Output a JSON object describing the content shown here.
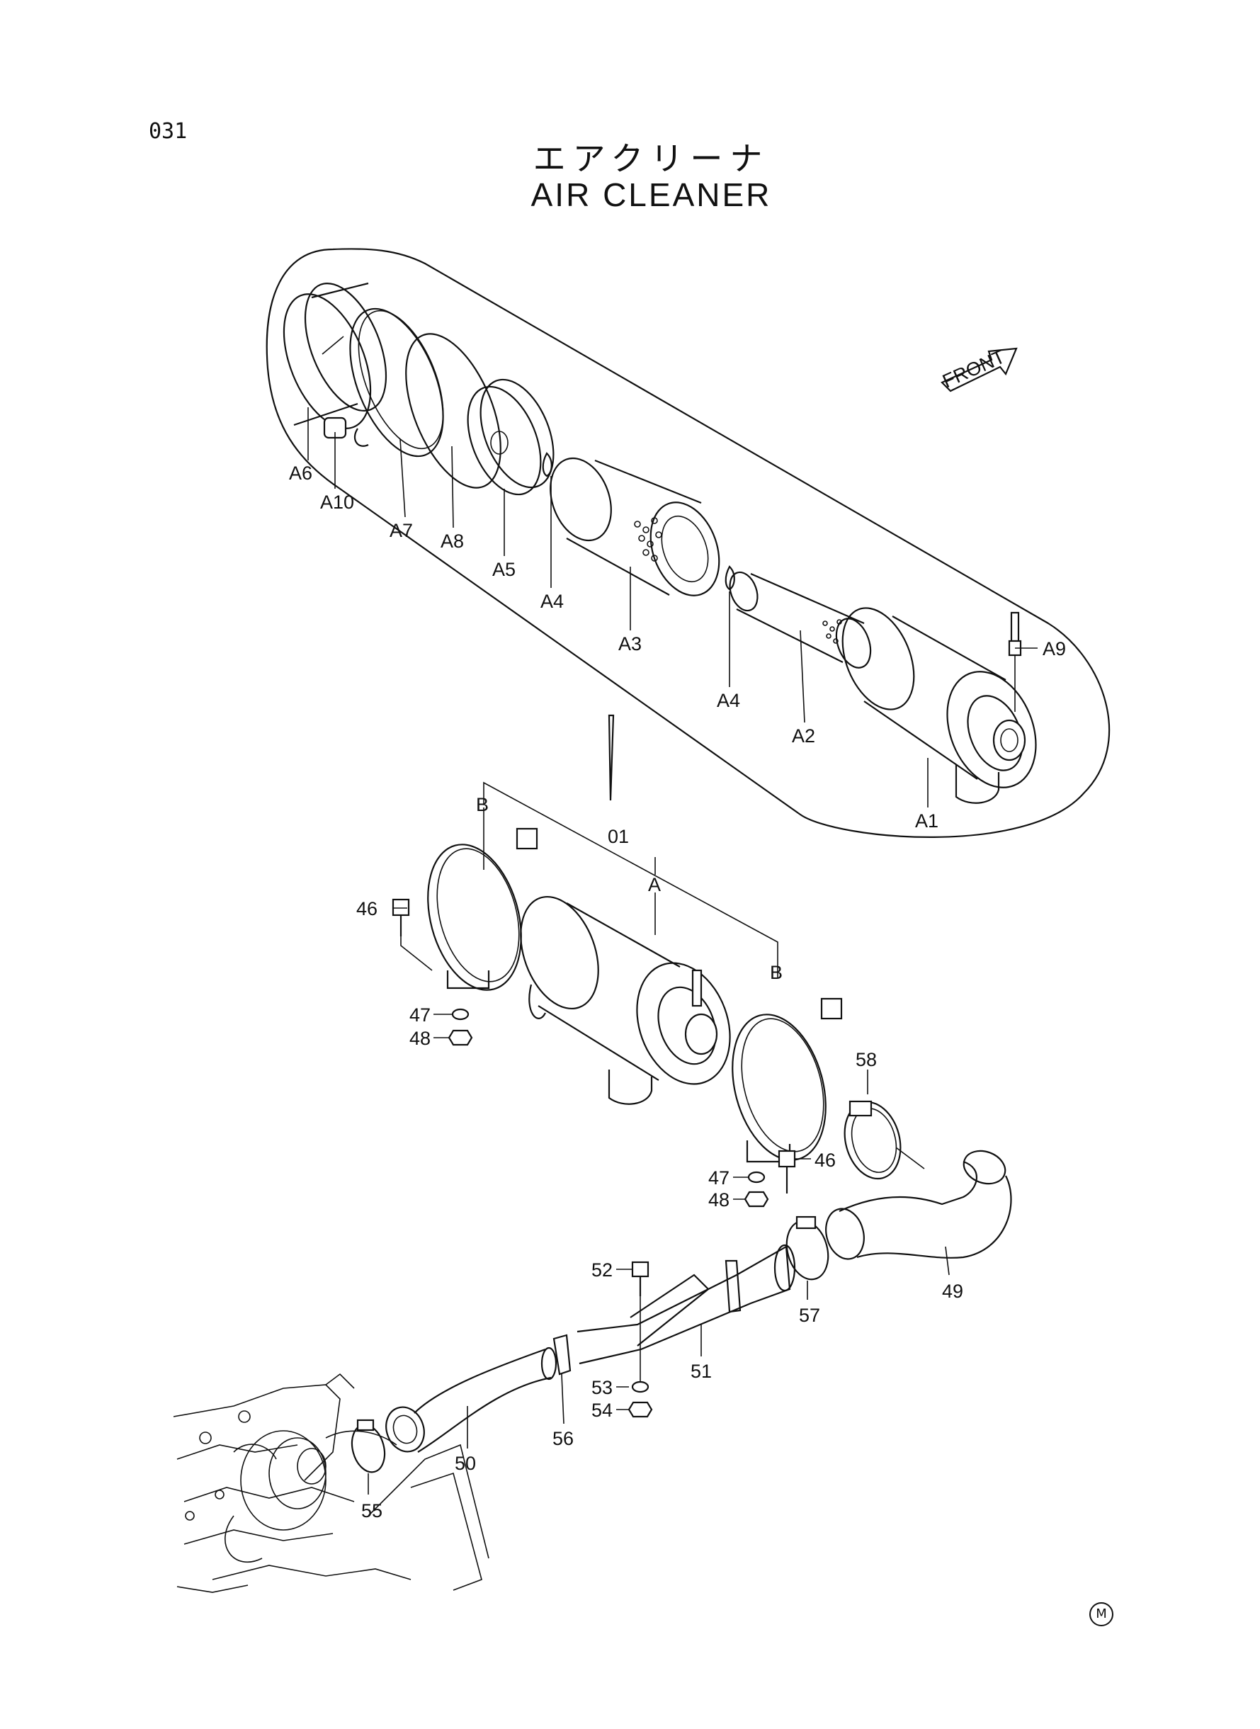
{
  "page_number": "031",
  "title_jp": "エアクリーナ",
  "title_en": "AIR CLEANER",
  "front_marker": "FRONT",
  "corner_mark": "M",
  "callouts": {
    "A6": "A6",
    "A10": "A10",
    "A7": "A7",
    "A8": "A8",
    "A5": "A5",
    "A4a": "A4",
    "A3": "A3",
    "A4b": "A4",
    "A2": "A2",
    "A9": "A9",
    "A1": "A1",
    "B1": "B",
    "B2": "B",
    "A": "A",
    "01": "01",
    "46a": "46",
    "47a": "47",
    "48a": "48",
    "46b": "46",
    "47b": "47",
    "48b": "48",
    "58": "58",
    "49": "49",
    "57": "57",
    "52": "52",
    "51": "51",
    "53": "53",
    "54": "54",
    "56": "56",
    "50": "50",
    "55": "55"
  }
}
